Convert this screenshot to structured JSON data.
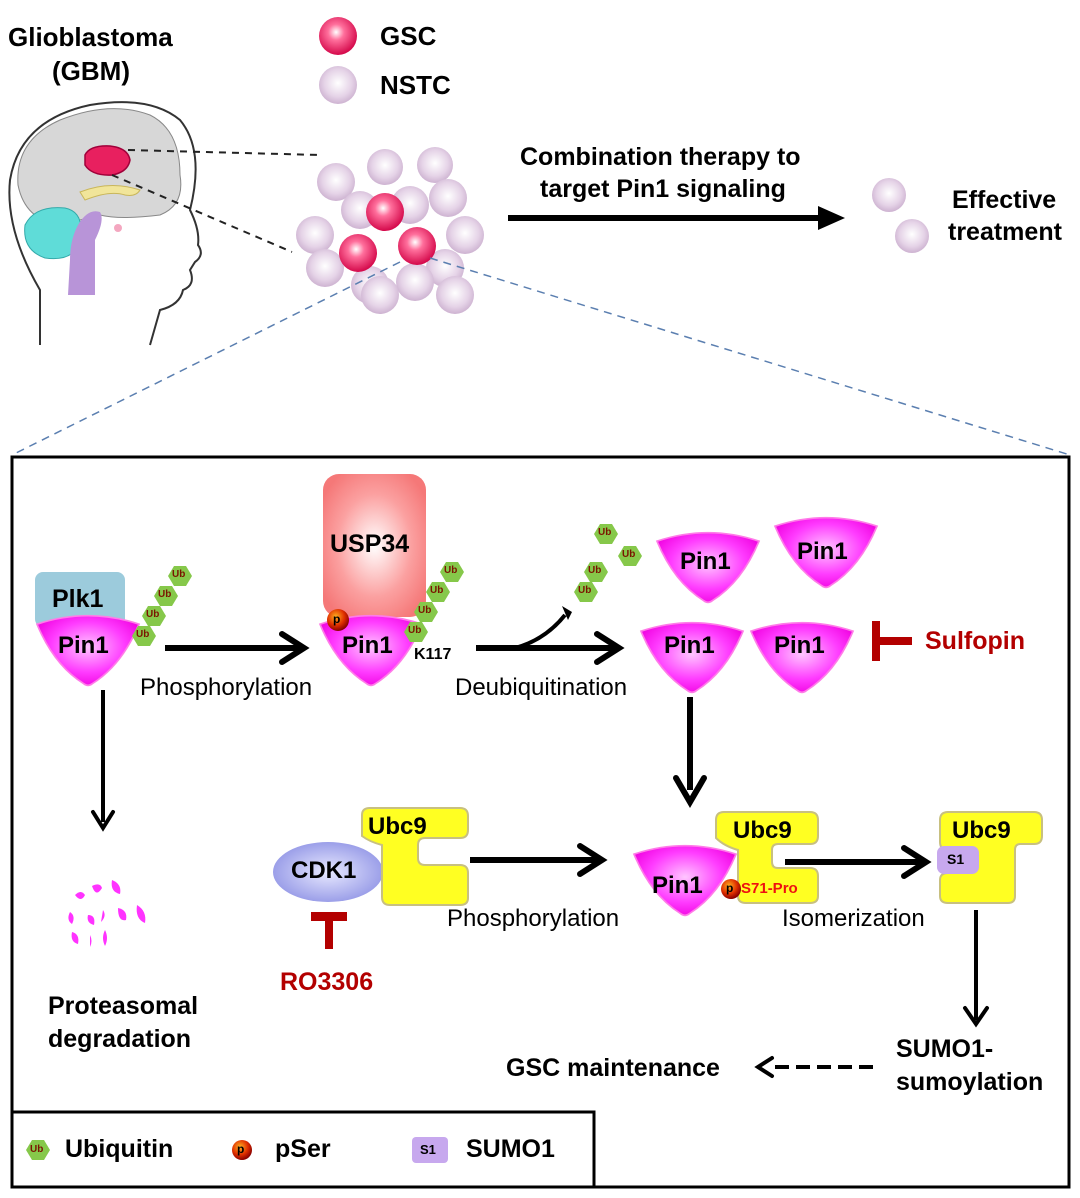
{
  "header": {
    "title_line1": "Glioblastoma",
    "title_line2": "(GBM)"
  },
  "legend_top": {
    "items": [
      {
        "label": "GSC",
        "color": "#e8205f"
      },
      {
        "label": "NSTC",
        "color": "#d8c3dc"
      }
    ]
  },
  "therapy": {
    "line1": "Combination therapy to",
    "line2": "target Pin1 signaling",
    "outcome_line1": "Effective",
    "outcome_line2": "treatment"
  },
  "pathway": {
    "plk1": "Plk1",
    "pin1": "Pin1",
    "usp34": "USP34",
    "k117": "K117",
    "ub": "Ub",
    "p": "p",
    "step1": "Phosphorylation",
    "step2": "Deubiquitination",
    "sulfopin": "Sulfopin",
    "proteasomal_line1": "Proteasomal",
    "proteasomal_line2": "degradation",
    "cdk1": "CDK1",
    "ubc9": "Ubc9",
    "ro3306": "RO3306",
    "step3": "Phosphorylation",
    "s71": "S71-Pro",
    "step4": "Isomerization",
    "s1": "S1",
    "sumo_line1": "SUMO1-",
    "sumo_line2": "sumoylation",
    "gsc_maintenance": "GSC maintenance"
  },
  "legend_bottom": {
    "items": [
      {
        "icon": "Ub",
        "label": "Ubiquitin"
      },
      {
        "icon": "p",
        "label": "pSer"
      },
      {
        "icon": "S1",
        "label": "SUMO1"
      }
    ]
  },
  "colors": {
    "pin1": "#ff33ff",
    "inhibitor": "#b30000",
    "ubc9": "#ffff22",
    "usp34": "#f98080",
    "plk1": "#9ccbdc",
    "cdk1": "#9fa3ea",
    "ub": "#86c84a",
    "sumo": "#c7a8ee"
  }
}
